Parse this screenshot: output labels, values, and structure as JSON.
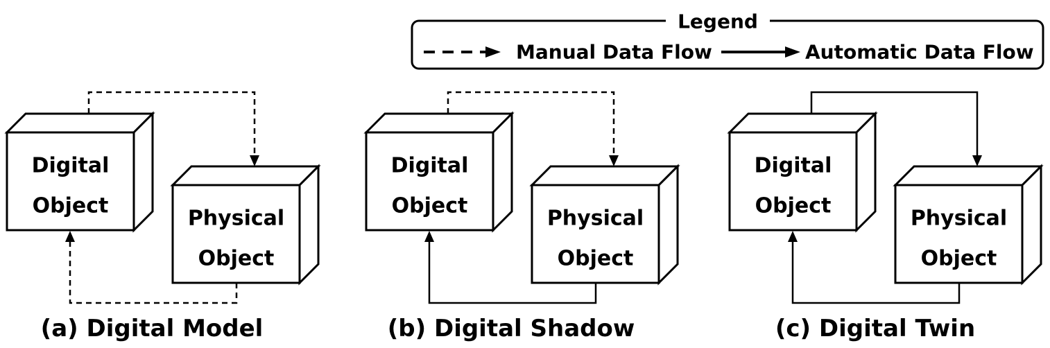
{
  "legend": {
    "title": "Legend",
    "manual_label": "Manual Data Flow",
    "automatic_label": "Automatic Data Flow"
  },
  "panels": [
    {
      "caption": "(a) Digital Model",
      "digital_object": [
        "Digital",
        "Object"
      ],
      "physical_object": [
        "Physical",
        "Object"
      ],
      "digital_to_physical": "manual",
      "physical_to_digital": "manual"
    },
    {
      "caption": "(b) Digital Shadow",
      "digital_object": [
        "Digital",
        "Object"
      ],
      "physical_object": [
        "Physical",
        "Object"
      ],
      "digital_to_physical": "manual",
      "physical_to_digital": "automatic"
    },
    {
      "caption": "(c) Digital Twin",
      "digital_object": [
        "Digital",
        "Object"
      ],
      "physical_object": [
        "Physical",
        "Object"
      ],
      "digital_to_physical": "automatic",
      "physical_to_digital": "automatic"
    }
  ]
}
